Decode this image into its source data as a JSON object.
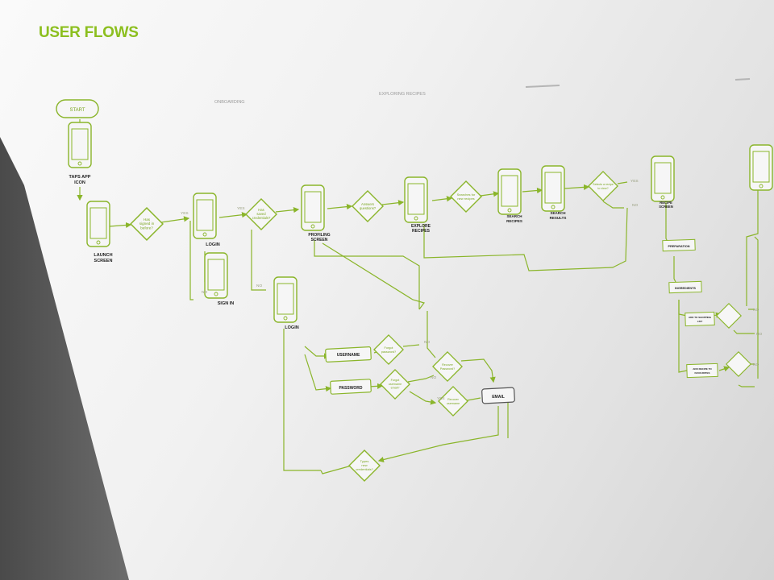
{
  "title": "USER FLOWS",
  "colors": {
    "accent": "#8cbf1f",
    "line": "#8ab52a",
    "text": "#222222",
    "section": "#9a9a9a"
  },
  "sections": {
    "onboarding": "ONBOARDING",
    "exploring": "EXPLORING RECIPES"
  },
  "nodes": {
    "start": "START",
    "taps_app_1": "TAPS APP",
    "taps_app_2": "ICON",
    "launch_1": "LAUNCH",
    "launch_2": "SCREEN",
    "signed_in_1": "Has",
    "signed_in_2": "signed in",
    "signed_in_3": "before?",
    "login_top": "LOGIN",
    "sign_in": "SIGN IN",
    "saved_cred_1": "Has",
    "saved_cred_2": "saved",
    "saved_cred_3": "credentials?",
    "profiling_1": "PROFILING",
    "profiling_2": "SCREEN",
    "answers_1": "Answers",
    "answers_2": "questions?",
    "explore_1": "EXPLORE",
    "explore_2": "RECIPES",
    "searches_1": "Searches for",
    "searches_2": "new recipes",
    "search_recipes_1": "SEARCH",
    "search_recipes_2": "RECIPES",
    "search_results_1": "SEARCH",
    "search_results_2": "RESULTS",
    "selects_1": "Selects a recipe",
    "selects_2": "to view?",
    "recipe_1": "RECIPE",
    "recipe_2": "SCREEN",
    "preparation": "PREPARATION",
    "ingredients": "INGREDIENTS",
    "add_shopping_1": "ADD TO SHOPPING",
    "add_shopping_2": "LIST",
    "add_favorites_1": "ADD RECIPE TO",
    "add_favorites_2": "FAVOURITES",
    "login_mid": "LOGIN",
    "username": "USERNAME",
    "password": "PASSWORD",
    "forgot_password_1": "Forgot",
    "forgot_password_2": "password?",
    "forgot_username_1": "Forgot",
    "forgot_username_2": "username",
    "forgot_username_3": "email?",
    "recover_password_1": "Recover",
    "recover_password_2": "Password?",
    "recover_username_1": "Recover",
    "recover_username_2": "username",
    "email": "EMAIL",
    "types_new_1": "Types",
    "types_new_2": "new",
    "types_new_3": "credentials?",
    "yes": "YES",
    "no": "NO"
  }
}
